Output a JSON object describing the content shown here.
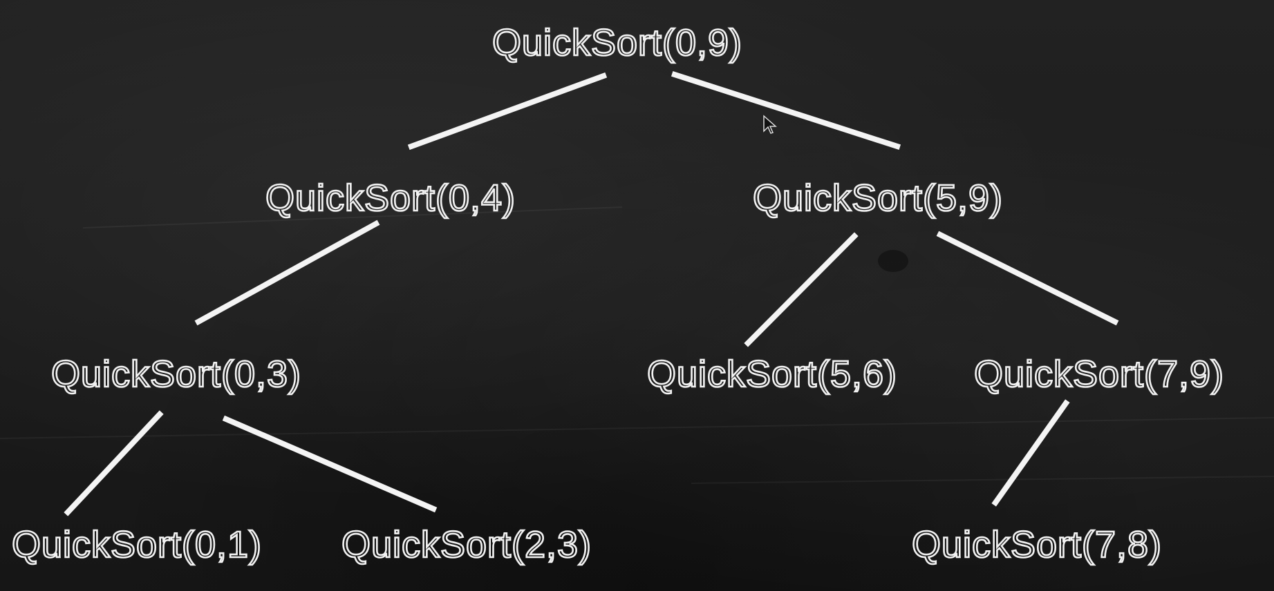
{
  "nodes": [
    {
      "id": "0-9",
      "label": "QuickSort(0,9)"
    },
    {
      "id": "0-4",
      "label": "QuickSort(0,4)"
    },
    {
      "id": "5-9",
      "label": "QuickSort(5,9)"
    },
    {
      "id": "0-3",
      "label": "QuickSort(0,3)"
    },
    {
      "id": "5-6",
      "label": "QuickSort(5,6)"
    },
    {
      "id": "7-9",
      "label": "QuickSort(7,9)"
    },
    {
      "id": "0-1",
      "label": "QuickSort(0,1)"
    },
    {
      "id": "2-3",
      "label": "QuickSort(2,3)"
    },
    {
      "id": "7-8",
      "label": "QuickSort(7,8)"
    }
  ],
  "edges": [
    {
      "from": "0-9",
      "to": "0-4"
    },
    {
      "from": "0-9",
      "to": "5-9"
    },
    {
      "from": "0-4",
      "to": "0-3"
    },
    {
      "from": "5-9",
      "to": "5-6"
    },
    {
      "from": "5-9",
      "to": "7-9"
    },
    {
      "from": "0-3",
      "to": "0-1"
    },
    {
      "from": "0-3",
      "to": "2-3"
    },
    {
      "from": "7-9",
      "to": "7-8"
    }
  ],
  "colors": {
    "background": "#1c1c1c",
    "chalk": "#f2f2f2"
  }
}
